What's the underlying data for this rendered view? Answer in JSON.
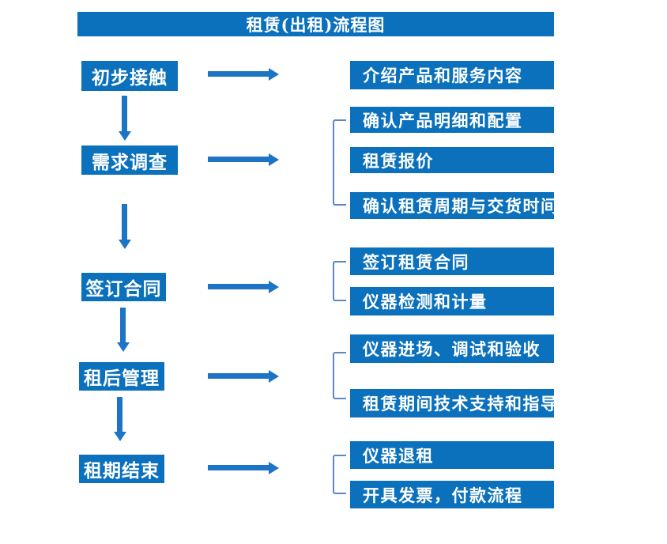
{
  "title": "租赁(出租)流程图",
  "colors": {
    "box_blue": "#0b71bc",
    "arrow_blue": "#1e74c4",
    "bracket_blue": "#5b87c5",
    "text": "#ffffff",
    "background": "#ffffff"
  },
  "stages": [
    {
      "label": "初步接触",
      "outputs": [
        "介绍产品和服务内容"
      ]
    },
    {
      "label": "需求调查",
      "outputs": [
        "确认产品明细和配置",
        "租赁报价",
        "确认租赁周期与交货时间"
      ]
    },
    {
      "label": "签订合同",
      "outputs": [
        "签订租赁合同",
        "仪器检测和计量"
      ]
    },
    {
      "label": "租后管理",
      "outputs": [
        "仪器进场、调试和验收",
        "租赁期间技术支持和指导"
      ]
    },
    {
      "label": "租期结束",
      "outputs": [
        "仪器退租",
        "开具发票，付款流程"
      ]
    }
  ]
}
